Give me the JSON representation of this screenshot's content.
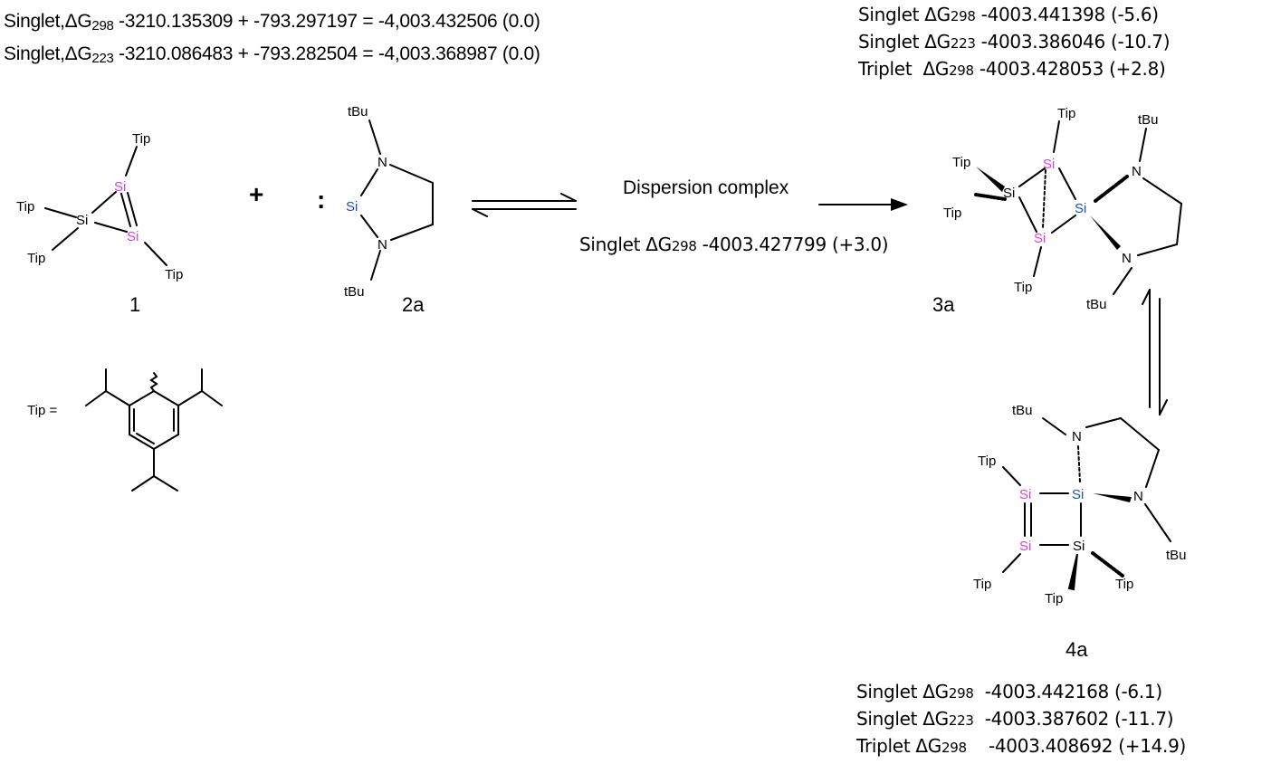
{
  "top_left_energies": [
    {
      "prefix": "Singlet,ΔG",
      "sub": "298",
      "rest": " -3210.135309 + -793.297197 = -4,003.432506 (0.0)"
    },
    {
      "prefix": "Singlet,ΔG",
      "sub": "223",
      "rest": " -3210.086483 + -793.282504 = -4,003.368987 (0.0)"
    }
  ],
  "top_right_energies": [
    {
      "prefix": "Singlet ΔG",
      "sub": "298",
      "rest": " -4003.441398 (-5.6)"
    },
    {
      "prefix": "Singlet ΔG",
      "sub": "223",
      "rest": " -4003.386046 (-10.7)"
    },
    {
      "prefix": "Triplet  ΔG",
      "sub": "298",
      "rest": " -4003.428053 (+2.8)"
    }
  ],
  "bottom_energies": [
    {
      "prefix": "Singlet ΔG",
      "sub": "298",
      "rest": "  -4003.442168 (-6.1)"
    },
    {
      "prefix": "Singlet ΔG",
      "sub": "223",
      "rest": "  -4003.387602 (-11.7)"
    },
    {
      "prefix": "Triplet ΔG",
      "sub": "298",
      "rest": "    -4003.408692 (+14.9)"
    }
  ],
  "dispersion": {
    "title": "Dispersion complex",
    "prefix": "Singlet ΔG",
    "sub": "298",
    "rest": " -4003.427799 (+3.0)"
  },
  "compounds": {
    "c1": "1",
    "c2a": "2a",
    "c3a": "3a",
    "c4a": "4a"
  },
  "symbols": {
    "plus": "+",
    "colon": ":",
    "tip_eq": "Tip ="
  },
  "atoms": {
    "si": "Si",
    "n": "N",
    "tip": "Tip",
    "tbu": "tBu"
  },
  "colors": {
    "si_pink": "#e040e0",
    "si_blue": "#1a50d0"
  }
}
